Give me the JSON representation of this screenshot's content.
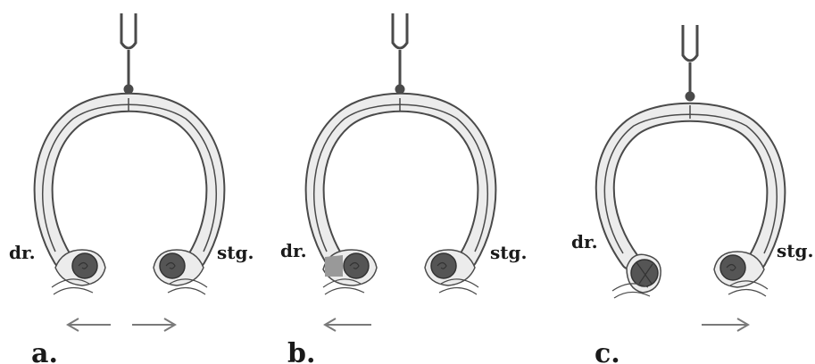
{
  "panels": [
    {
      "letter": "a.",
      "left_label": "dr.",
      "right_label": "stg.",
      "arrows": [
        "left",
        "right"
      ]
    },
    {
      "letter": "b.",
      "left_label": "dr.",
      "right_label": "stg.",
      "arrows": [
        "left"
      ]
    },
    {
      "letter": "c.",
      "left_label": "dr.",
      "right_label": "stg.",
      "arrows": [
        "right"
      ]
    }
  ],
  "colors": {
    "stroke": "#4a4a4a",
    "tube_fill": "#ececec",
    "organ_fill": "#555555",
    "highlight_fill": "#999999",
    "arrow": "#7a7a7a",
    "text": "#1a1a1a"
  }
}
